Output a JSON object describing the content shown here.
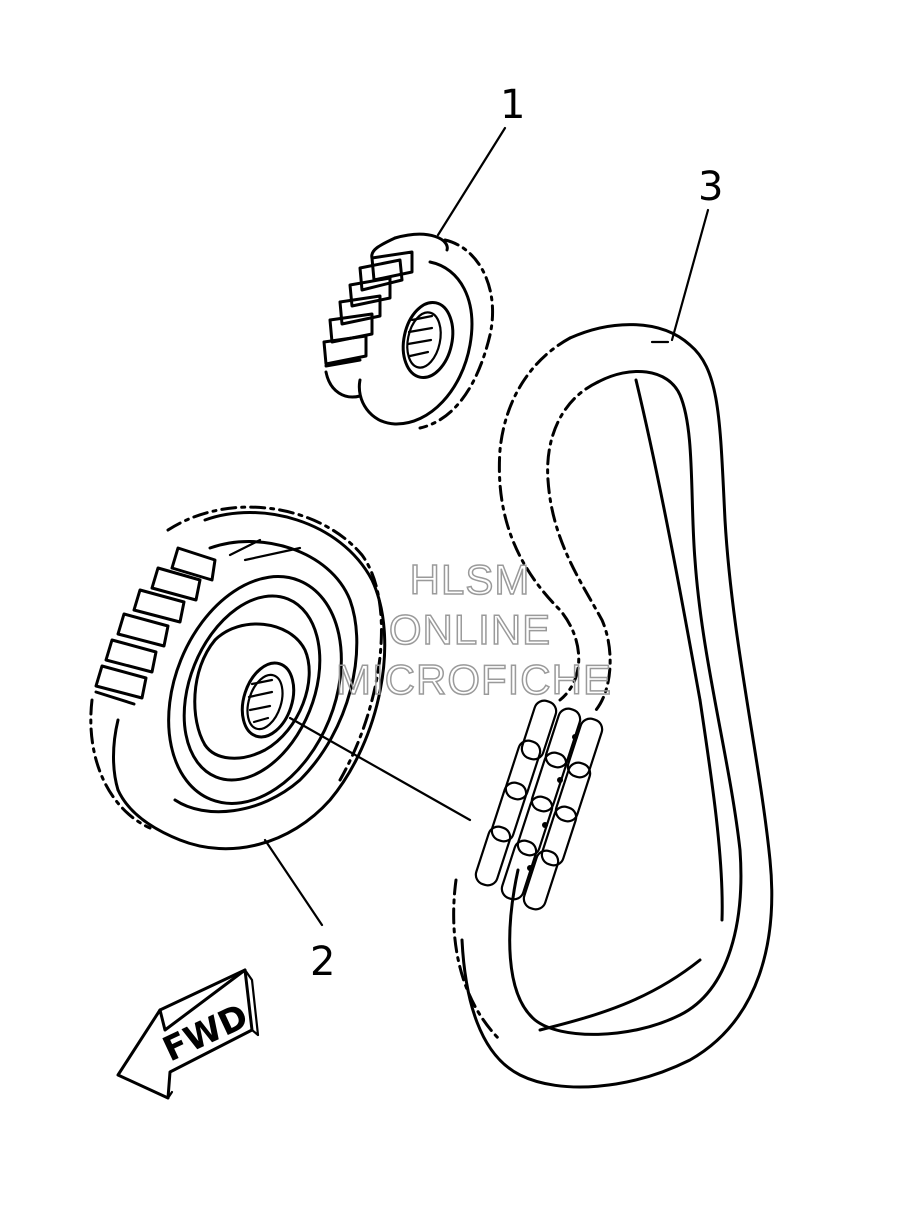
{
  "callouts": {
    "part1": "1",
    "part2": "2",
    "part3": "3"
  },
  "direction_label": "FWD",
  "watermark": {
    "line1": "HLSM",
    "line2": "ONLINE",
    "line3": "MICROFICHE"
  }
}
